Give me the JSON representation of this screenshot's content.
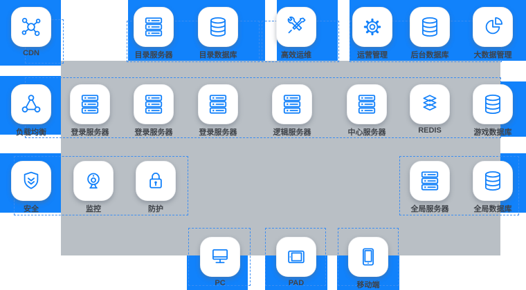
{
  "colors": {
    "accent_blue": "#1182fb",
    "panel_gray": "#b9bfc5",
    "icon_stroke_blue": "#1180fa",
    "label_text": "#3f4349",
    "dashed_outline_blue": "#3b8df2",
    "card_white": "#ffffff"
  },
  "nodes": [
    {
      "id": "cdn",
      "icon": "cdn-icon",
      "label": "CDN"
    },
    {
      "id": "directory-server",
      "icon": "server-icon",
      "label": "目录服务器"
    },
    {
      "id": "directory-database",
      "icon": "database-icon",
      "label": "目录数据库"
    },
    {
      "id": "efficient-ops",
      "icon": "tools-icon",
      "label": "高效运维"
    },
    {
      "id": "operation-management",
      "icon": "gear-icon",
      "label": "运营管理"
    },
    {
      "id": "backend-database",
      "icon": "database-icon",
      "label": "后台数据库"
    },
    {
      "id": "bigdata-management",
      "icon": "pie-chart-icon",
      "label": "大数据管理"
    },
    {
      "id": "load-balancer",
      "icon": "load-balancer-icon",
      "label": "负载均衡"
    },
    {
      "id": "login-server-1",
      "icon": "server-icon",
      "label": "登录服务器"
    },
    {
      "id": "login-server-2",
      "icon": "server-icon",
      "label": "登录服务器"
    },
    {
      "id": "login-server-3",
      "icon": "server-icon",
      "label": "登录服务器"
    },
    {
      "id": "logic-server",
      "icon": "server-icon",
      "label": "逻辑服务器"
    },
    {
      "id": "center-server",
      "icon": "server-icon",
      "label": "中心服务器"
    },
    {
      "id": "redis",
      "icon": "layers-icon",
      "label": "REDIS"
    },
    {
      "id": "game-database",
      "icon": "database-icon",
      "label": "游戏数据库"
    },
    {
      "id": "security",
      "icon": "shield-icon",
      "label": "安全"
    },
    {
      "id": "monitoring",
      "icon": "webcam-icon",
      "label": "监控"
    },
    {
      "id": "protection",
      "icon": "lock-icon",
      "label": "防护"
    },
    {
      "id": "global-server",
      "icon": "server-icon",
      "label": "全局服务器"
    },
    {
      "id": "global-database",
      "icon": "database-icon",
      "label": "全局数据库"
    },
    {
      "id": "pc",
      "icon": "pc-monitor-icon",
      "label": "PC"
    },
    {
      "id": "pad",
      "icon": "tablet-icon",
      "label": "PAD"
    },
    {
      "id": "mobile",
      "icon": "phone-icon",
      "label": "移动端"
    }
  ]
}
